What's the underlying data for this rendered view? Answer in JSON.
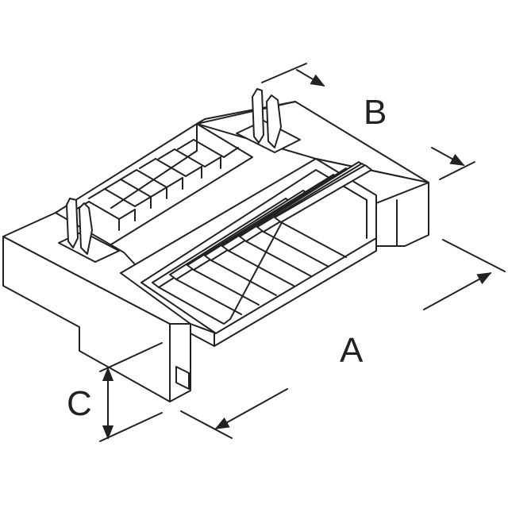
{
  "dimension_labels": {
    "a": "A",
    "b": "B",
    "c": "C"
  },
  "colors": {
    "ink": "#222222",
    "paper": "#ffffff"
  }
}
